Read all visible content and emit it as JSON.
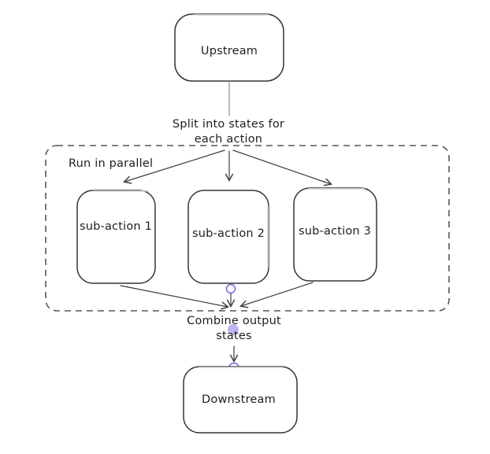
{
  "nodes": {
    "upstream": {
      "label": "Upstream"
    },
    "sub1": {
      "label": "sub-action 1"
    },
    "sub2": {
      "label": "sub-action 2"
    },
    "sub3": {
      "label": "sub-action 3"
    },
    "downstream": {
      "label": "Downstream"
    }
  },
  "group": {
    "label": "Run in parallel"
  },
  "annotations": {
    "split": {
      "line1": "Split into states for",
      "line2": "each action"
    },
    "combine": {
      "line1": "Combine output",
      "line2": "states"
    }
  },
  "colors": {
    "canvas_background": "#ffffff",
    "shape_stroke": "#343434",
    "arrow_stroke": "#3d3d3d",
    "upstream_connector": "#9a9a9a",
    "dashed_group_border": "#575757",
    "text": "#1e1e1e",
    "binding_handle_stroke": "#6965db",
    "binding_dot_fill": "#b5aceb"
  }
}
